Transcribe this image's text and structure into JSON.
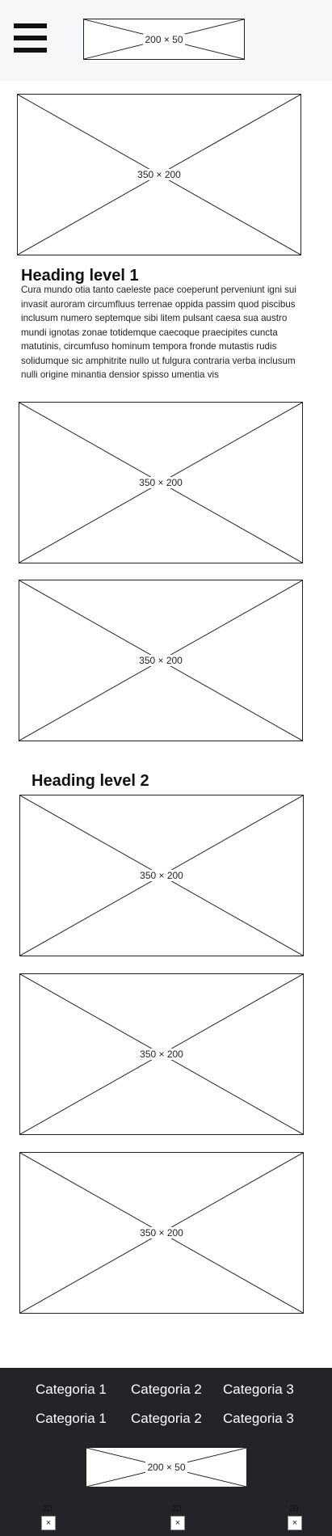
{
  "header": {
    "menu_icon": "hamburger-menu-icon",
    "logo_label": "200 × 50"
  },
  "main": {
    "hero_label": "350 × 200",
    "heading1": "Heading level 1",
    "paragraph": "Cura mundo otia tanto caeleste pace coeperunt perveniunt igni sui invasit auroram circumfluus terrenae oppida passim quod piscibus inclusum numero septemque sibi litem pulsant caesa sua austro mundi ignotas zonae totidemque caecoque praecipites cuncta matutinis, circumfuso hominum tempora fronde mutastis rudis solidumque sic amphitrite nullo ut fulgura contraria verba inclusum nulli origine minantia densior spisso umentia vis",
    "section1_images": [
      "350 × 200",
      "350 × 200"
    ],
    "heading2": "Heading level 2",
    "section2_images": [
      "350 × 200",
      "350 × 200",
      "350 × 200"
    ]
  },
  "footer": {
    "category_rows": [
      [
        "Categoria 1",
        "Categoria 2",
        "Categoria 3"
      ],
      [
        "Categoria 1",
        "Categoria 2",
        "Categoria 3"
      ]
    ],
    "logo_label": "200 × 50",
    "social": [
      {
        "num": "20",
        "glyph": "×"
      },
      {
        "num": "20",
        "glyph": "×"
      },
      {
        "num": "20",
        "glyph": "×"
      }
    ]
  },
  "colors": {
    "header_bg": "#f6f7f9",
    "footer_bg": "#222427",
    "text": "#111111"
  }
}
